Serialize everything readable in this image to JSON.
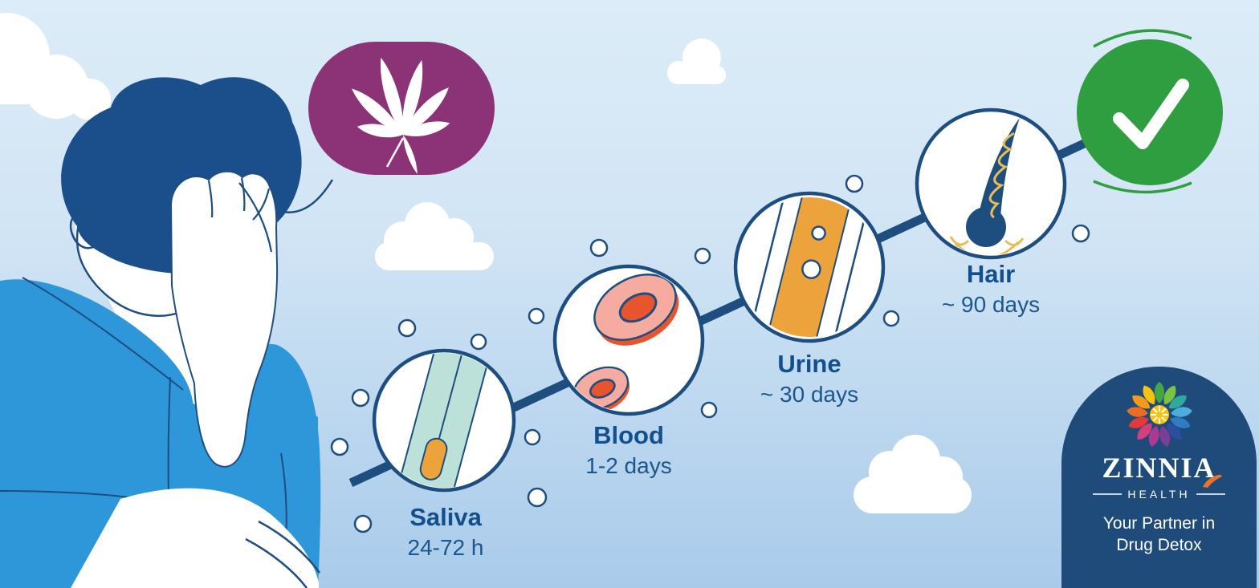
{
  "stages": [
    {
      "label": "Saliva",
      "duration": "24-72 h"
    },
    {
      "label": "Blood",
      "duration": "1-2 days"
    },
    {
      "label": "Urine",
      "duration": "~ 30 days"
    },
    {
      "label": "Hair",
      "duration": "~ 90 days"
    }
  ],
  "brand": {
    "name": "ZINNIA",
    "division": "HEALTH",
    "tagline_line1": "Your Partner in",
    "tagline_line2": "Drug Detox"
  },
  "icons": {
    "start_badge": "cannabis-leaf-icon",
    "end_badge": "checkmark-icon",
    "stage_icons": [
      "saliva-swab-icon",
      "blood-cells-icon",
      "urine-test-strip-icon",
      "hair-follicle-icon"
    ]
  },
  "colors": {
    "background_top": "#d9eaf8",
    "background_bottom": "#a9cbea",
    "navy": "#1d4e7f",
    "person_shirt": "#2e97d9",
    "person_hair": "#1b4f8b",
    "badge_purple": "#8c3377",
    "accent_orange": "#eca33b",
    "swab_mint": "#bce1d8",
    "success_green": "#2f9e41",
    "cell_pink": "#f5ab9f",
    "cell_red": "#e8542e",
    "brand_card_navy": "#1e4b79",
    "label_text": "#11508c"
  }
}
